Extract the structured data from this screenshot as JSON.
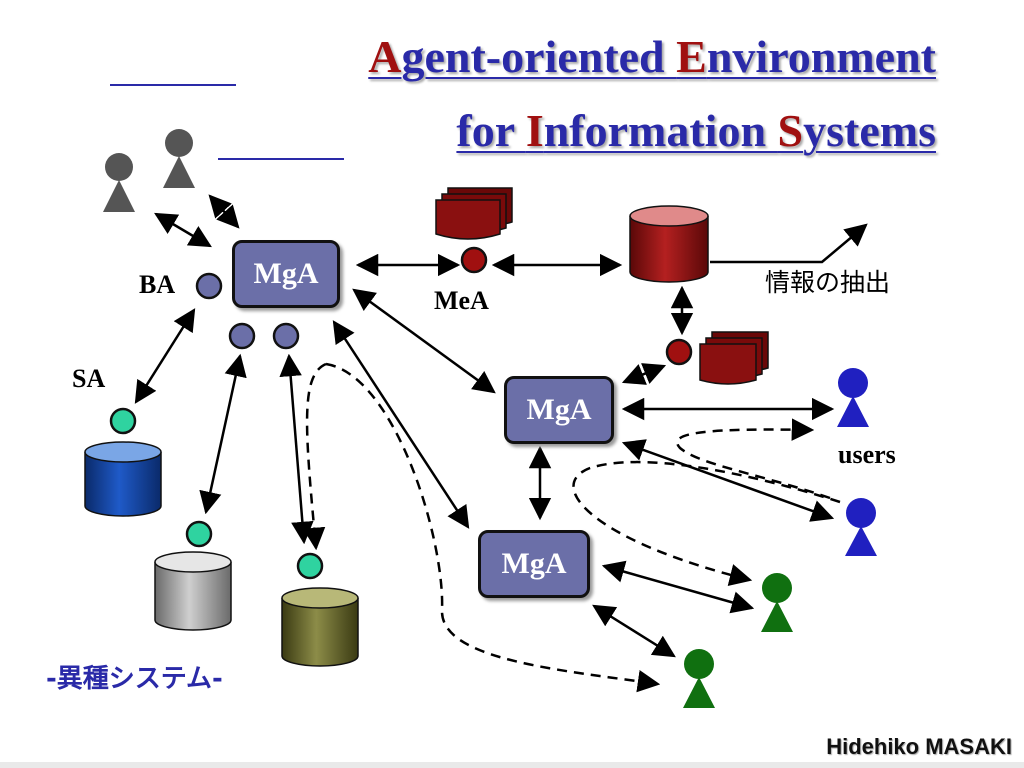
{
  "title": {
    "line1": [
      {
        "text": "A",
        "cap": true
      },
      {
        "text": "gent-oriented ",
        "cap": false
      },
      {
        "text": "E",
        "cap": true
      },
      {
        "text": "nvironment",
        "cap": false
      }
    ],
    "line2": [
      {
        "text": "for ",
        "cap": false
      },
      {
        "text": "I",
        "cap": true
      },
      {
        "text": "nformation ",
        "cap": false
      },
      {
        "text": "S",
        "cap": true
      },
      {
        "text": "ystems",
        "cap": false
      }
    ]
  },
  "mga_label": "MgA",
  "labels": {
    "ba": "BA",
    "sa": "SA",
    "mea": "MeA",
    "extract": "情報の抽出",
    "users": "users",
    "hetero": "-異種システム-"
  },
  "author": "Hidehiko MASAKI",
  "colors": {
    "title_blue": "#2a2aa8",
    "title_red": "#a01010",
    "agent_box": "#6b6fa8",
    "meta_red": "#8a1010",
    "sa_green": "#2fd3a0",
    "user_blue": "#2020c0",
    "user_green": "#107010",
    "person_gray": "#555555"
  }
}
